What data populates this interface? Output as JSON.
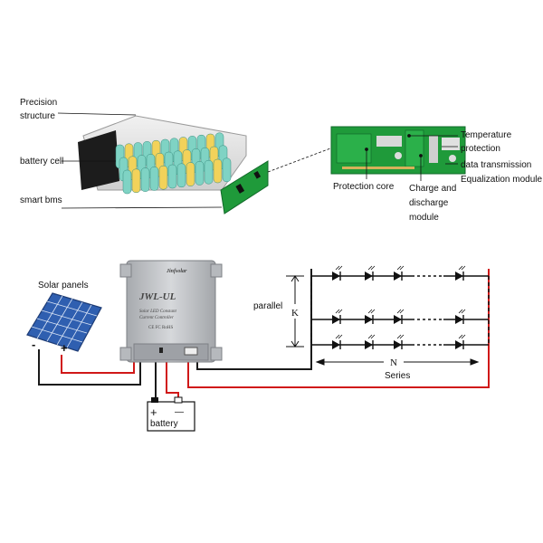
{
  "labels": {
    "precision_structure_1": "Precision",
    "precision_structure_2": "structure",
    "battery_cell": "battery cell",
    "smart_bms": "smart bms",
    "protection_core": "Protection core",
    "temperature_1": "Temperature",
    "temperature_2": "protection",
    "data_transmission": "data transmission",
    "equalization_module": "Equalization module",
    "charge_discharge_1": "Charge and",
    "charge_discharge_2": "discharge",
    "charge_discharge_3": "module",
    "solar_panels": "Solar panels",
    "minus": "-",
    "plus": "+",
    "battery": "battery",
    "battery_plus": "+",
    "battery_minus": "—",
    "parallel": "parallel",
    "k": "K",
    "n": "N",
    "series": "Series"
  },
  "controller": {
    "brand": "Jinfsolar",
    "model": "JWL-UL",
    "desc_1": "Solar LED Constant",
    "desc_2": "Current Controller",
    "cert": "CE FC RoHS"
  },
  "colors": {
    "wire_red": "#d01818",
    "wire_black": "#1a1a1a",
    "cell_teal": "#7fd3c4",
    "cell_yellow": "#f2d25a",
    "pcb_green": "#1f9a3a",
    "solar_blue": "#2f5fb0",
    "controller_gray": "#b9bcc0"
  }
}
